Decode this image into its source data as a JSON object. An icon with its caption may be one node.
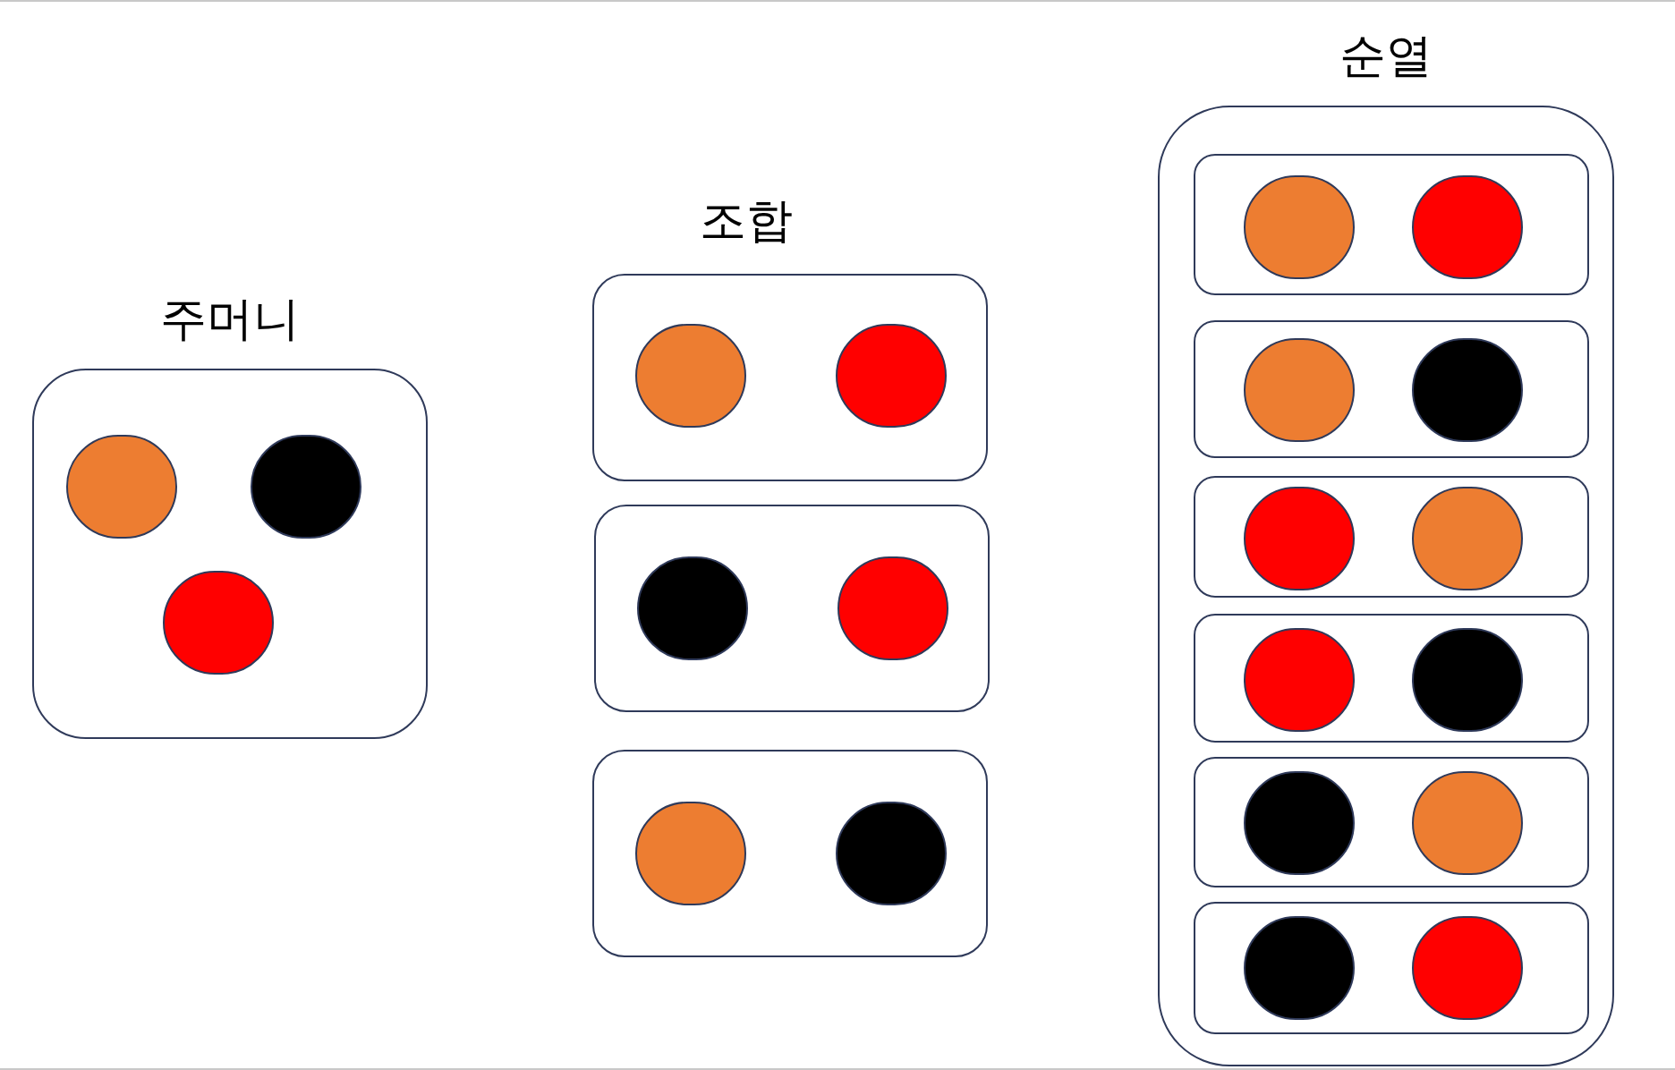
{
  "diagram": {
    "nodes": [
      {
        "text": [
          "주머니"
        ]
      },
      {
        "text": [],
        "shape": "circle",
        "in": 0
      },
      {
        "text": [],
        "shape": "circle",
        "in": 0
      },
      {
        "text": [],
        "shape": "circle",
        "in": 0
      },
      {
        "text": [],
        "shape": "box"
      },
      {
        "text": [],
        "shape": "circle",
        "in": 4
      },
      {
        "text": [],
        "shape": "circle",
        "in": 4
      },
      {
        "text": [],
        "shape": "box"
      },
      {
        "text": [],
        "shape": "circle",
        "in": 7
      },
      {
        "text": [],
        "shape": "circle",
        "in": 7
      },
      {
        "text": [],
        "shape": "box"
      },
      {
        "text": [],
        "shape": "circle",
        "in": 10
      },
      {
        "text": [],
        "shape": "circle",
        "in": 10
      },
      {
        "text": [
          "순열"
        ]
      },
      {
        "text": [],
        "shape": "box",
        "in": 13
      },
      {
        "text": [],
        "shape": "circle",
        "in": 14
      },
      {
        "text": [],
        "shape": "circle",
        "in": 14
      },
      {
        "text": [],
        "shape": "box",
        "in": 13
      },
      {
        "text": [],
        "shape": "circle",
        "in": 17
      },
      {
        "text": [],
        "shape": "circle",
        "in": 17
      },
      {
        "text": [],
        "shape": "box",
        "in": 13
      },
      {
        "text": [],
        "shape": "circle",
        "in": 20
      },
      {
        "text": [],
        "shape": "circle",
        "in": 20
      },
      {
        "text": [],
        "shape": "box",
        "in": 13
      },
      {
        "text": [],
        "shape": "circle",
        "in": 23
      },
      {
        "text": [],
        "shape": "circle",
        "in": 23
      },
      {
        "text": [],
        "shape": "box",
        "in": 13
      },
      {
        "text": [],
        "shape": "circle",
        "in": 26
      },
      {
        "text": [],
        "shape": "circle",
        "in": 26
      },
      {
        "text": [],
        "shape": "box",
        "in": 13
      },
      {
        "text": [],
        "shape": "circle",
        "in": 29
      },
      {
        "text": [],
        "shape": "circle",
        "in": 29
      }
    ],
    "edges": [],
    "labels": [
      "조합"
    ]
  }
}
